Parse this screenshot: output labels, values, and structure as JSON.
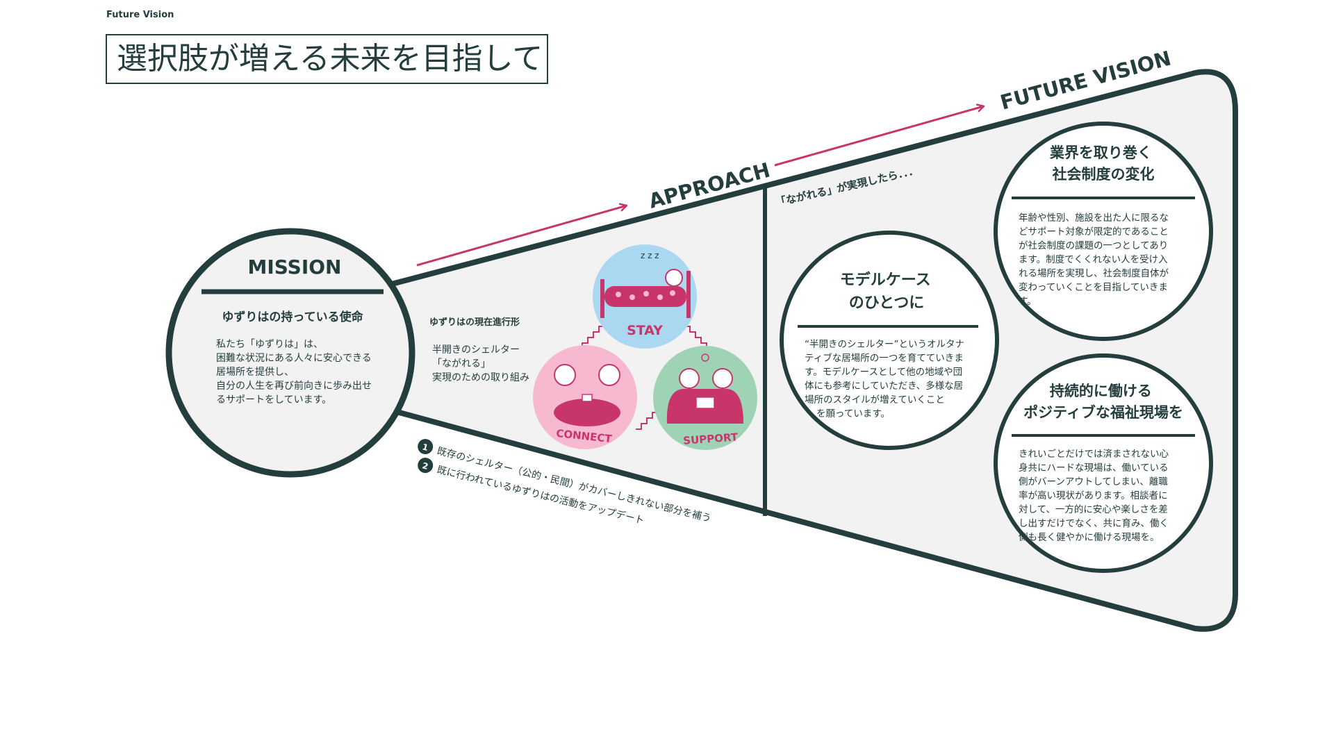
{
  "header": {
    "label": "Future Vision",
    "title": "選択肢が増える未来を目指して"
  },
  "colors": {
    "dark": "#243d3d",
    "accent": "#c8356a",
    "panel": "#f2f2f2",
    "stay": "#a9d8f0",
    "connect": "#f6b9cf",
    "support": "#9fd3b6"
  },
  "mission": {
    "heading": "MISSION",
    "subheading": "ゆずりはの持っている使命",
    "body": [
      "私たち「ゆずりは」は、",
      "困難な状況にある人々に安心できる",
      "居場所を提供し、",
      "自分の人生を再び前向きに歩み出せ",
      "るサポートをしています。"
    ]
  },
  "approach": {
    "heading": "APPROACH",
    "current_title": "ゆずりはの現在進行形",
    "current_body": [
      "半開きのシェルター",
      "「ながれる」",
      "実現のための取り組み"
    ],
    "circles": [
      {
        "label": "STAY",
        "icon": "sleeping-in-bed-icon"
      },
      {
        "label": "CONNECT",
        "icon": "people-at-table-icon"
      },
      {
        "label": "SUPPORT",
        "icon": "people-reading-together-icon"
      }
    ],
    "notes": [
      {
        "num": "1",
        "text": "既存のシェルター（公的・民間）がカバーしきれない部分を補う"
      },
      {
        "num": "2",
        "text": "既に行われているゆずりはの活動をアップデート"
      }
    ]
  },
  "future": {
    "heading": "FUTURE VISION",
    "lead": "「ながれる」が実現したら．．．",
    "model": {
      "title": [
        "モデルケース",
        "のひとつに"
      ],
      "body": [
        "“半開きのシェルター”というオルタナ",
        "ティブな居場所の一つを育てていきま",
        "す。モデルケースとして他の地域や団",
        "体にも参考にしていただき、多様な居",
        "場所のスタイルが増えていくこと",
        "を願っています。"
      ]
    },
    "society": {
      "title": [
        "業界を取り巻く",
        "社会制度の変化"
      ],
      "body": [
        "年齢や性別、施設を出た人に限るな",
        "どサポート対象が限定的であること",
        "が社会制度の課題の一つとしてあり",
        "ます。制度でくくれない人を受け入",
        "れる場所を実現し、社会制度自体が",
        "変わっていくことを目指していきま",
        "す。"
      ]
    },
    "workplace": {
      "title": [
        "持続的に働ける",
        "ポジティブな福祉現場を"
      ],
      "body": [
        "きれいごとだけでは済まされない心",
        "身共にハードな現場は、働いている",
        "側がバーンアウトしてしまい、離職",
        "率が高い現状があります。相談者に",
        "対して、一方的に安心や楽しさを差",
        "し出すだけでなく、共に育み、働く",
        "側も長く健やかに働ける現場を。"
      ]
    }
  }
}
